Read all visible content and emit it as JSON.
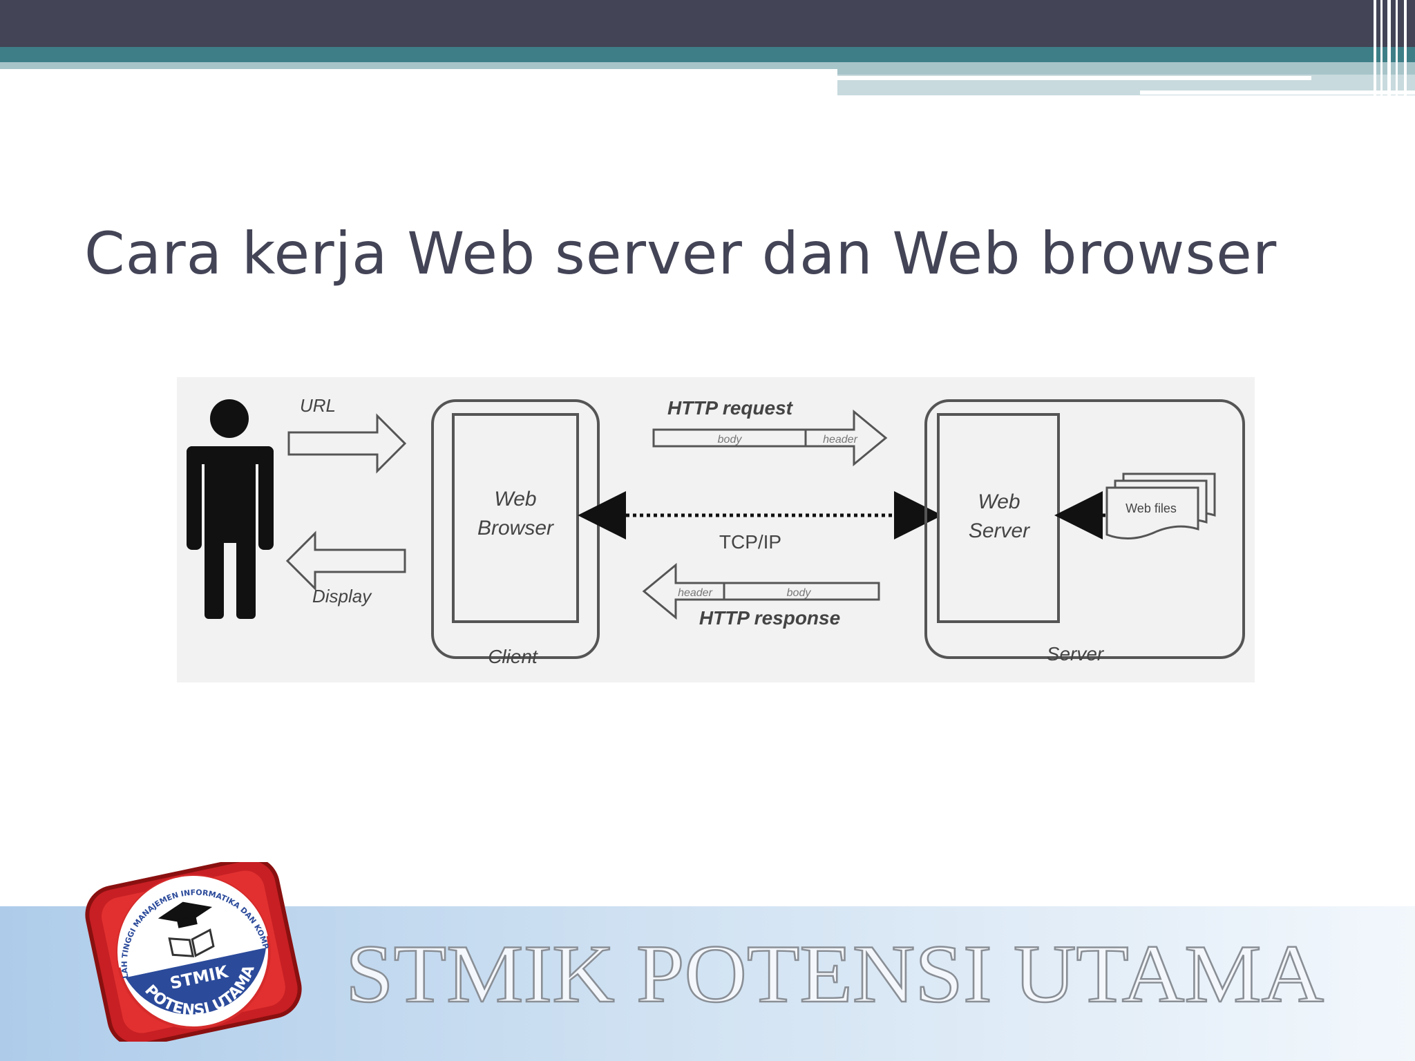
{
  "slide": {
    "title": "Cara kerja Web server dan Web browser"
  },
  "diagram": {
    "url_label": "URL",
    "display_label": "Display",
    "client_label": "Client",
    "web_browser_line1": "Web",
    "web_browser_line2": "Browser",
    "http_request_label": "HTTP request",
    "request_body": "body",
    "request_header": "header",
    "tcpip_label": "TCP/IP",
    "http_response_label": "HTTP response",
    "response_header": "header",
    "response_body": "body",
    "web_server_line1": "Web",
    "web_server_line2": "Server",
    "web_files_label": "Web files",
    "server_label": "Server"
  },
  "footer": {
    "brand_name": "STMIK POTENSI UTAMA",
    "logo_acronym": "STMIK",
    "logo_ring_text": "POTENSI UTAMA",
    "logo_arc_text": "SEKOLAH TINGGI MANAJEMEN INFORMATIKA DAN KOMPUTER"
  },
  "colors": {
    "header_dark": "#434456",
    "header_teal": "#3e7f87",
    "title_text": "#434456",
    "logo_red": "#d62b2b",
    "logo_blue": "#2b4a9a"
  }
}
